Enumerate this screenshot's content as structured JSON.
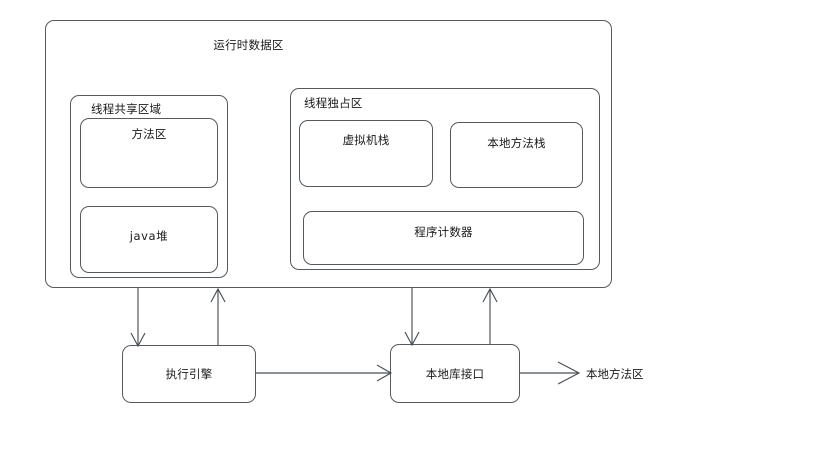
{
  "diagram": {
    "title": "运行时数据区",
    "outer_region": {
      "label": "运行时数据区"
    },
    "shared_region": {
      "label": "线程共享区域",
      "children": [
        {
          "label": "方法区"
        },
        {
          "label": "java堆"
        }
      ]
    },
    "exclusive_region": {
      "label": "线程独占区",
      "children": [
        {
          "label": "虚拟机栈"
        },
        {
          "label": "本地方法栈"
        },
        {
          "label": "程序计数器"
        }
      ]
    },
    "bottom_nodes": [
      {
        "label": "执行引擎"
      },
      {
        "label": "本地库接口"
      }
    ],
    "external_label": "本地方法区",
    "colors": {
      "stroke": "#555a5f",
      "arrow": "#4a4f55",
      "text": "#1a1a1a",
      "background": "#ffffff"
    }
  }
}
